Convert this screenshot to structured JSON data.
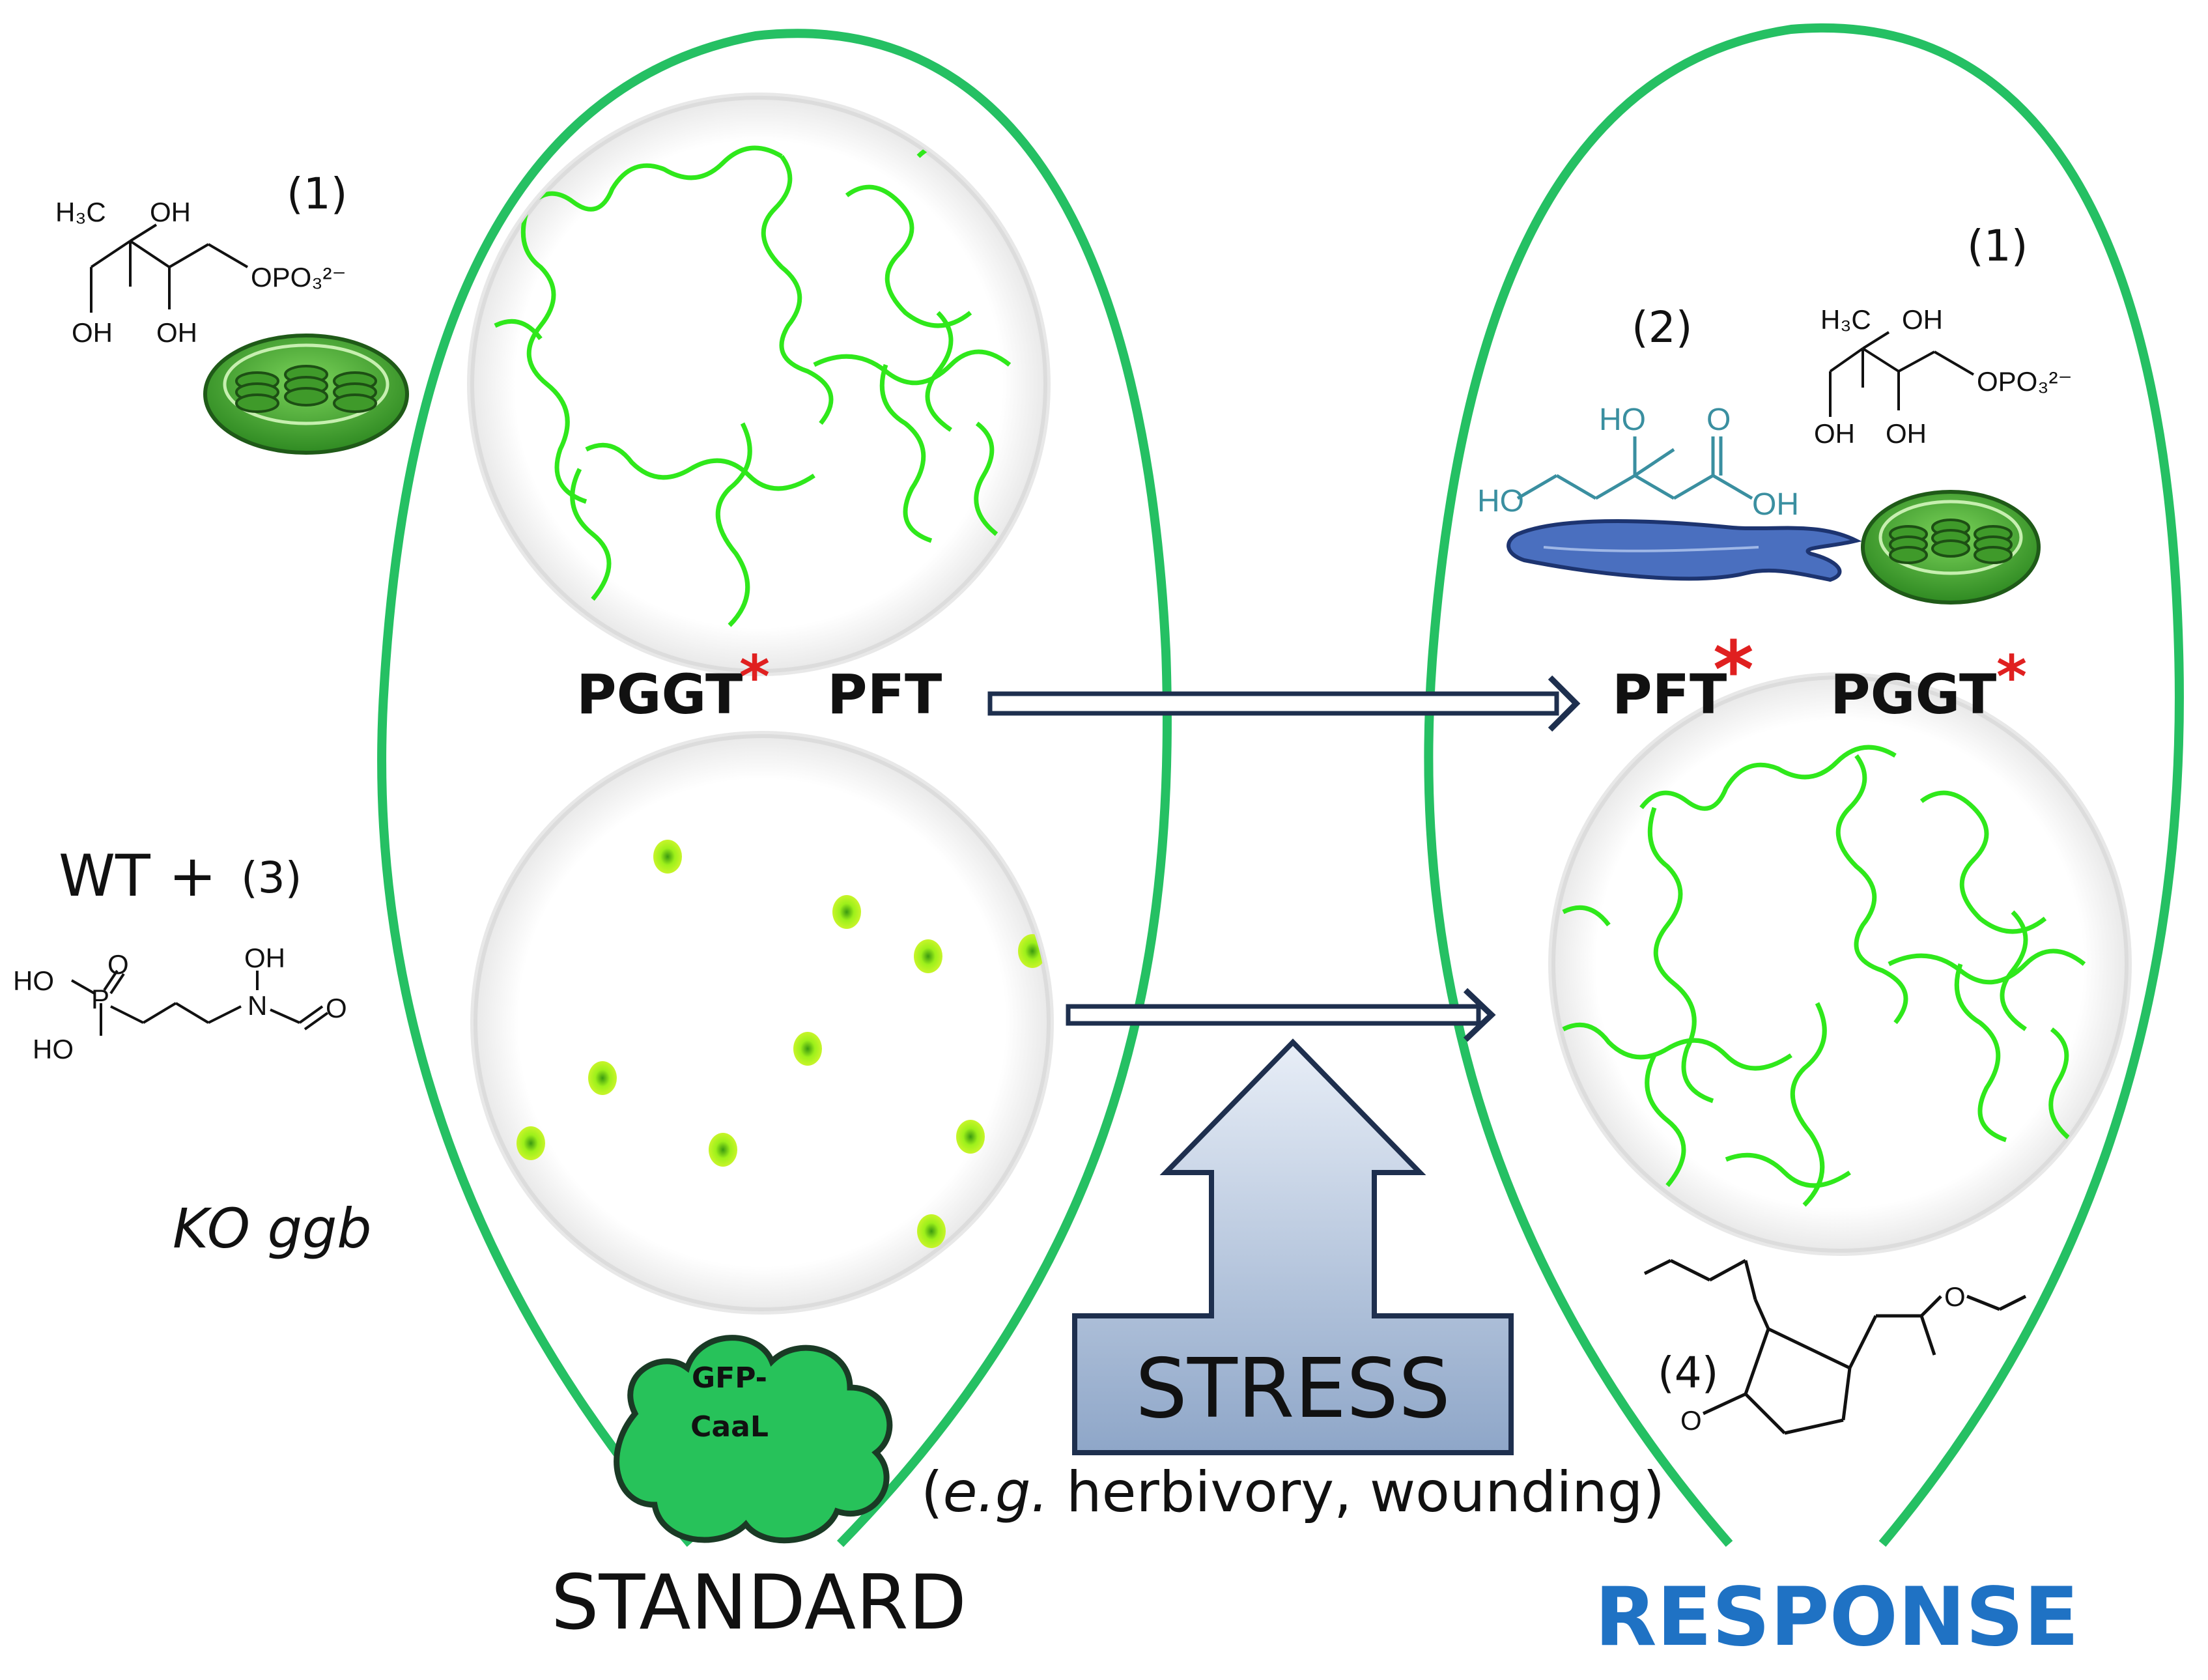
{
  "colors": {
    "cell_outline": "#25c063",
    "cell_wall_signal": "#2fe81b",
    "arrow": "#1e2f4e",
    "stress_fill_top": "#dbe4f1",
    "stress_fill_bottom": "#8ea6c8",
    "response_label": "#1f72c4",
    "asterisk": "#e02020",
    "mva_compound": "#3a8fa0",
    "er_membrane": "#3560b0"
  },
  "left_panel": {
    "compound_1_label": "(1)",
    "mep": {
      "ch3": "H₃C",
      "oh_top": "OH",
      "phosphate": "OPO₃²⁻",
      "oh_left": "OH",
      "oh_right": "OH"
    },
    "enzyme_1": "PGGT",
    "enzyme_1_star": "*",
    "enzyme_2": "PFT",
    "treatment_prefix": "WT +",
    "compound_3_label": "(3)",
    "fosmidomycin": {
      "ho_top": "HO",
      "o_p": "O",
      "p": "P",
      "ho_bottom": "HO",
      "oh_n": "OH",
      "n": "N",
      "o_ald": "O"
    },
    "knockout_label": "KO ggb",
    "reporter_top": "GFP-",
    "reporter_bottom": "CaaL",
    "condition_label": "STANDARD"
  },
  "right_panel": {
    "compound_1_label": "(1)",
    "compound_2_label": "(2)",
    "mep": {
      "ch3": "H₃C",
      "oh_top": "OH",
      "phosphate": "OPO₃²⁻",
      "oh_left": "OH",
      "oh_right": "OH"
    },
    "mevalonate": {
      "ho_top": "HO",
      "o_top": "O",
      "ho_left": "HO",
      "oh_right": "OH"
    },
    "enzyme_1": "PFT",
    "enzyme_1_star": "*",
    "enzyme_2": "PGGT",
    "enzyme_2_star": "*",
    "compound_4_label": "(4)",
    "ketone_o": "O",
    "ester_o": "O",
    "condition_label": "RESPONSE"
  },
  "stress": {
    "label": "STRESS",
    "example_open": "(",
    "example_italic": "e.g.",
    "example_rest": " herbivory, wounding)"
  }
}
